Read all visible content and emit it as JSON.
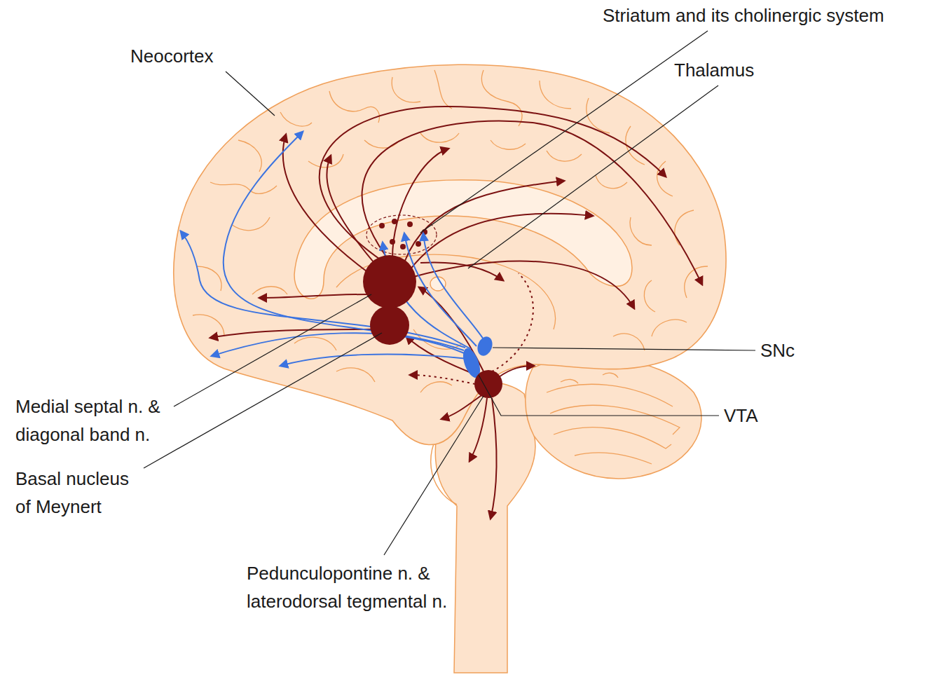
{
  "diagram": {
    "labels": [
      "Neocortex",
      "Striatum and its cholinergic system",
      "Thalamus",
      "SNc",
      "Medial septal n. & diagonal band n.",
      "Basal nucleus of Meynert",
      "VTA",
      "Pedunculopontine n. & laterodorsal tegmental n."
    ]
  }
}
